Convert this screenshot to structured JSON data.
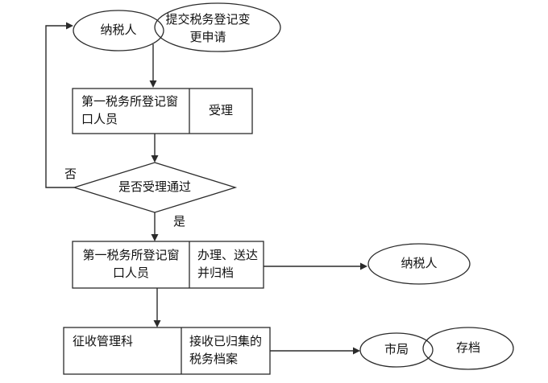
{
  "flowchart": {
    "nodes": {
      "start_taxpayer": "纳税人",
      "submit_request": "提交税务登记变\n更申请",
      "box1_left": "第一税务所登记窗\n口人员",
      "box1_right": "受理",
      "decision": "是否受理通过",
      "no_label": "否",
      "yes_label": "是",
      "box2_left": "第一税务所登记窗\n口人员",
      "box2_right": "办理、送达\n并归档",
      "result_taxpayer": "纳税人",
      "box3_left": "征收管理科",
      "box3_right": "接收已归集的\n税务档案",
      "city_bureau": "市局",
      "archive": "存档"
    },
    "colors": {
      "stroke": "#2b2b2b",
      "text": "#111111",
      "background": "#ffffff"
    }
  }
}
